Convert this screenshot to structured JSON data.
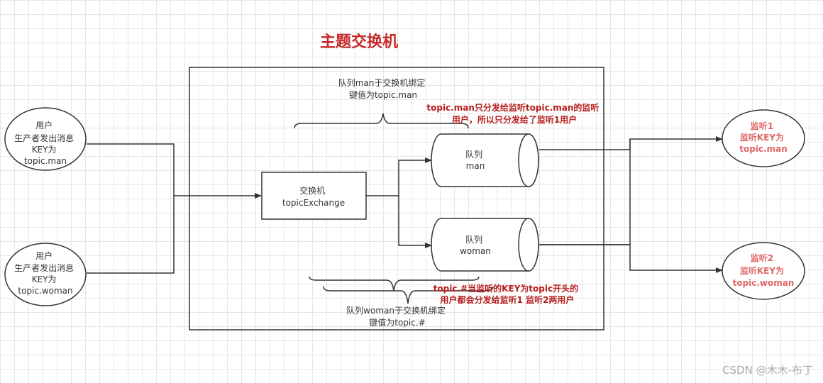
{
  "title": "主题交换机",
  "producer_man": [
    "用户",
    "生产者发出消息",
    "KEY为",
    "topic.man"
  ],
  "producer_woman": [
    "用户",
    "生产者发出消息",
    "KEY为",
    "topic.woman"
  ],
  "exchange": [
    "交换机",
    "topicExchange"
  ],
  "queue_man": [
    "队列",
    "man"
  ],
  "queue_woman": [
    "队列",
    "woman"
  ],
  "binding_man": [
    "队列man于交换机绑定",
    "键值为topic.man"
  ],
  "binding_woman": [
    "队列woman于交换机绑定",
    "键值为topic.#"
  ],
  "note_man": [
    "topic.man只分发给监听topic.man的监听",
    "用户，所以只分发给了监听1用户"
  ],
  "note_woman": [
    "topic.#当监听的KEY为topic开头的",
    "用户都会分发给监听1 监听2两用户"
  ],
  "listener1": [
    "监听1",
    "监听KEY为",
    "topic.man"
  ],
  "listener2": [
    "监听2",
    "监听KEY为",
    "topic.woman"
  ],
  "watermark": "CSDN @木木-布丁",
  "colors": {
    "title": "#c62828",
    "note": "#b71c1c",
    "listener": "#e06666",
    "stroke": "#333333"
  }
}
